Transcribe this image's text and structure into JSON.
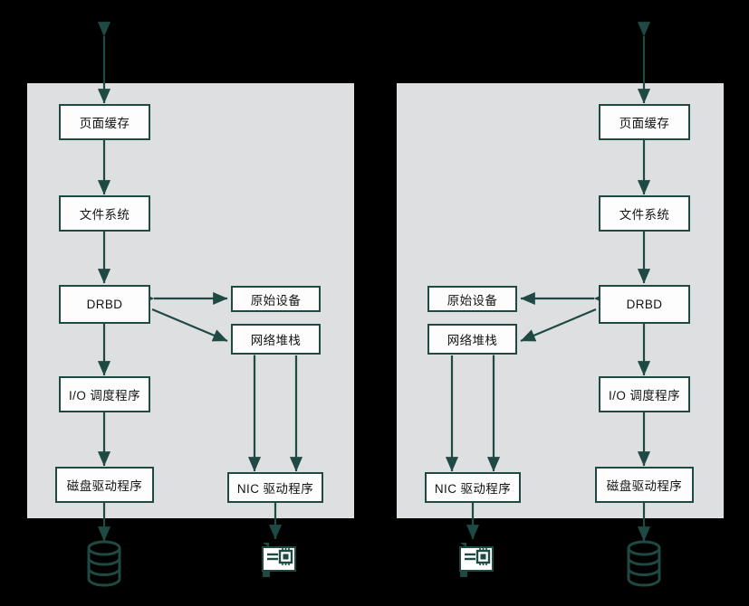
{
  "diagram": {
    "title": "DRBD data path (two mirrored nodes)",
    "background": "#000000",
    "panel_color": "#dedfe1",
    "stroke_color": "#1f4a44",
    "node_fill": "#fdfdfd",
    "text_color": "#141414"
  },
  "left_panel": {
    "name": "node-left",
    "nodes": {
      "page_cache": "页面缓存",
      "file_system": "文件系统",
      "drbd": "DRBD",
      "raw_device": "原始设备",
      "network_stack": "网络堆栈",
      "io_scheduler": "I/O 调度程序",
      "disk_driver": "磁盘驱动程序",
      "nic_driver": "NIC 驱动程序"
    },
    "icons": {
      "disk": "database-cylinder-icon",
      "nic": "network-interface-card-icon"
    }
  },
  "right_panel": {
    "name": "node-right",
    "nodes": {
      "page_cache": "页面缓存",
      "file_system": "文件系统",
      "drbd": "DRBD",
      "raw_device": "原始设备",
      "network_stack": "网络堆栈",
      "io_scheduler": "I/O 调度程序",
      "disk_driver": "磁盘驱动程序",
      "nic_driver": "NIC 驱动程序"
    },
    "icons": {
      "disk": "database-cylinder-icon",
      "nic": "network-interface-card-icon"
    }
  }
}
